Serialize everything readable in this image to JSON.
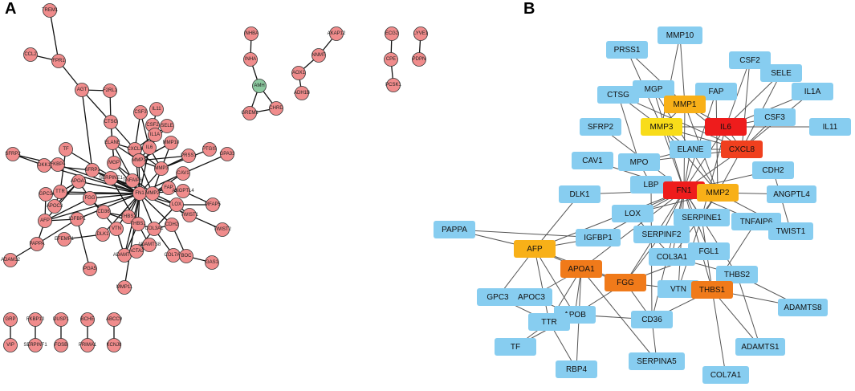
{
  "panels": {
    "a_label": "A",
    "b_label": "B"
  },
  "colors": {
    "nodeA": "#f08c8c",
    "nodeA_green": "#8cc9a0",
    "nodeB_default": "#87cdf0",
    "hub_red": "#ee1c1c",
    "hub_redorange": "#f0401e",
    "hub_orange": "#f07a1a",
    "hub_amber": "#f8b018",
    "hub_yellow": "#f8dc1a"
  },
  "panelA": {
    "nodes": [
      {
        "id": "TREM1",
        "label": "TREM1"
      },
      {
        "id": "CCL2",
        "label": "CCL2"
      },
      {
        "id": "FPR1",
        "label": "FPR1"
      },
      {
        "id": "AGT",
        "label": "AGT"
      },
      {
        "id": "F2RL1",
        "label": "F2RL1"
      },
      {
        "id": "CTSG",
        "label": "CTSG"
      },
      {
        "id": "CSF3",
        "label": "CSF3"
      },
      {
        "id": "IL11",
        "label": "IL11"
      },
      {
        "id": "CSF2",
        "label": "CSF2"
      },
      {
        "id": "IL1A",
        "label": "IL1A"
      },
      {
        "id": "SELE",
        "label": "SELE"
      },
      {
        "id": "ELANE",
        "label": "ELANE"
      },
      {
        "id": "CXCL8",
        "label": "CXCL8"
      },
      {
        "id": "IL6",
        "label": "IL6"
      },
      {
        "id": "MMP10",
        "label": "MMP10"
      },
      {
        "id": "PRSS1",
        "label": "PRSS1"
      },
      {
        "id": "PTGIS",
        "label": "PTGIS"
      },
      {
        "id": "GPA33",
        "label": "GPA33"
      },
      {
        "id": "MGP",
        "label": "MGP"
      },
      {
        "id": "MMP1",
        "label": "MMP1"
      },
      {
        "id": "MMP3",
        "label": "MMP3"
      },
      {
        "id": "CAV1",
        "label": "CAV1"
      },
      {
        "id": "SFRP2",
        "label": "SFRP2"
      },
      {
        "id": "TF",
        "label": "TF"
      },
      {
        "id": "DKK1",
        "label": "DKK1"
      },
      {
        "id": "FKBP4",
        "label": "FKBP4"
      },
      {
        "id": "SFRP1",
        "label": "SFRP1"
      },
      {
        "id": "SERPINE1",
        "label": "SERPINE1"
      },
      {
        "id": "FN1",
        "label": "FN1"
      },
      {
        "id": "MMP2",
        "label": "MMP2"
      },
      {
        "id": "FAP",
        "label": "FAP"
      },
      {
        "id": "ANGPTL4",
        "label": "ANGPTL4"
      },
      {
        "id": "TNFAIP6",
        "label": "TNFAIP6"
      },
      {
        "id": "GPC3",
        "label": "GPC3"
      },
      {
        "id": "TTR",
        "label": "TTR"
      },
      {
        "id": "APOA1",
        "label": "APOA1"
      },
      {
        "id": "APOC3",
        "label": "APOC3"
      },
      {
        "id": "FGG",
        "label": "FGG"
      },
      {
        "id": "LOX",
        "label": "LOX"
      },
      {
        "id": "TWIST1",
        "label": "TWIST1"
      },
      {
        "id": "MFAP5",
        "label": "MFAP5"
      },
      {
        "id": "AFP",
        "label": "AFP"
      },
      {
        "id": "IGFBP1",
        "label": "IGFBP1"
      },
      {
        "id": "CD36",
        "label": "CD36"
      },
      {
        "id": "DLK1",
        "label": "DLK1"
      },
      {
        "id": "THBS2",
        "label": "THBS2"
      },
      {
        "id": "THBS1",
        "label": "THBS1"
      },
      {
        "id": "CDH2",
        "label": "CDH2"
      },
      {
        "id": "COL3A1",
        "label": "COL3A1"
      },
      {
        "id": "TWIST2",
        "label": "TWIST2"
      },
      {
        "id": "PAPPA",
        "label": "PAPPA"
      },
      {
        "id": "EFEMP1",
        "label": "EFEMP1"
      },
      {
        "id": "VTN",
        "label": "VTN"
      },
      {
        "id": "ADAMTS8",
        "label": "ADAMTS8"
      },
      {
        "id": "ADAMTS1",
        "label": "ADAMTS1"
      },
      {
        "id": "ACTA2",
        "label": "ACTA2"
      },
      {
        "id": "COL7A1",
        "label": "COL7A1"
      },
      {
        "id": "BOC",
        "label": "BOC"
      },
      {
        "id": "ADAM12",
        "label": "ADAM12"
      },
      {
        "id": "PGA5",
        "label": "PGA5"
      },
      {
        "id": "GAS1",
        "label": "GAS1"
      },
      {
        "id": "MMP11",
        "label": "MMP11"
      },
      {
        "id": "INHBA",
        "label": "INHBA"
      },
      {
        "id": "INHA",
        "label": "INHA"
      },
      {
        "id": "AMH",
        "label": "AMH"
      },
      {
        "id": "GREM1",
        "label": "GREM1"
      },
      {
        "id": "CHRD",
        "label": "CHRD"
      },
      {
        "id": "AKAP12",
        "label": "AKAP12"
      },
      {
        "id": "NNMT",
        "label": "NNMT"
      },
      {
        "id": "AOX1",
        "label": "AOX1"
      },
      {
        "id": "ADH1B",
        "label": "ADH1B"
      },
      {
        "id": "ECG2",
        "label": "ECG2"
      },
      {
        "id": "CPE",
        "label": "CPE"
      },
      {
        "id": "PCSK1",
        "label": "PCSK1"
      },
      {
        "id": "LYVE1",
        "label": "LYVE1"
      },
      {
        "id": "PDPN",
        "label": "PDPN"
      },
      {
        "id": "GRP",
        "label": "GRP"
      },
      {
        "id": "VIP",
        "label": "VIP"
      },
      {
        "id": "FKBP10",
        "label": "FKBP10"
      },
      {
        "id": "SERPINF1",
        "label": "SERPINF1"
      },
      {
        "id": "DUSP1",
        "label": "DUSP1"
      },
      {
        "id": "FOSB",
        "label": "FOSB"
      },
      {
        "id": "BCHE",
        "label": "BCHE"
      },
      {
        "id": "PRIMA1",
        "label": "PRIMA1"
      },
      {
        "id": "ABCC9",
        "label": "ABCC9"
      },
      {
        "id": "KCNJ8",
        "label": "KCNJ8"
      }
    ]
  },
  "panelB": {
    "nodes": [
      {
        "id": "MMP10",
        "label": "MMP10"
      },
      {
        "id": "PRSS1",
        "label": "PRSS1"
      },
      {
        "id": "CSF2",
        "label": "CSF2"
      },
      {
        "id": "SELE",
        "label": "SELE"
      },
      {
        "id": "MGP",
        "label": "MGP"
      },
      {
        "id": "CTSG",
        "label": "CTSG"
      },
      {
        "id": "FAP",
        "label": "FAP"
      },
      {
        "id": "IL1A",
        "label": "IL1A"
      },
      {
        "id": "MMP1",
        "label": "MMP1"
      },
      {
        "id": "SFRP2",
        "label": "SFRP2"
      },
      {
        "id": "MMP3",
        "label": "MMP3"
      },
      {
        "id": "IL6",
        "label": "IL6"
      },
      {
        "id": "CSF3",
        "label": "CSF3"
      },
      {
        "id": "IL11",
        "label": "IL11"
      },
      {
        "id": "CAV1",
        "label": "CAV1"
      },
      {
        "id": "MPO",
        "label": "MPO"
      },
      {
        "id": "ELANE",
        "label": "ELANE"
      },
      {
        "id": "CXCL8",
        "label": "CXCL8"
      },
      {
        "id": "CDH2",
        "label": "CDH2"
      },
      {
        "id": "DLK1",
        "label": "DLK1"
      },
      {
        "id": "LBP",
        "label": "LBP"
      },
      {
        "id": "FN1",
        "label": "FN1"
      },
      {
        "id": "MMP2",
        "label": "MMP2"
      },
      {
        "id": "ANGPTL4",
        "label": "ANGPTL4"
      },
      {
        "id": "PAPPA",
        "label": "PAPPA"
      },
      {
        "id": "LOX",
        "label": "LOX"
      },
      {
        "id": "SERPINE1",
        "label": "SERPINE1"
      },
      {
        "id": "TNFAIP6",
        "label": "TNFAIP6"
      },
      {
        "id": "TWIST1",
        "label": "TWIST1"
      },
      {
        "id": "IGFBP1",
        "label": "IGFBP1"
      },
      {
        "id": "SERPINF2",
        "label": "SERPINF2"
      },
      {
        "id": "AFP",
        "label": "AFP"
      },
      {
        "id": "FGL1",
        "label": "FGL1"
      },
      {
        "id": "COL3A1",
        "label": "COL3A1"
      },
      {
        "id": "APOA1",
        "label": "APOA1"
      },
      {
        "id": "THBS2",
        "label": "THBS2"
      },
      {
        "id": "FGG",
        "label": "FGG"
      },
      {
        "id": "VTN",
        "label": "VTN"
      },
      {
        "id": "THBS1",
        "label": "THBS1"
      },
      {
        "id": "GPC3",
        "label": "GPC3"
      },
      {
        "id": "APOC3",
        "label": "APOC3"
      },
      {
        "id": "ADAMTS8",
        "label": "ADAMTS8"
      },
      {
        "id": "APOB",
        "label": "APOB"
      },
      {
        "id": "TTR",
        "label": "TTR"
      },
      {
        "id": "CD36",
        "label": "CD36"
      },
      {
        "id": "TF",
        "label": "TF"
      },
      {
        "id": "ADAMTS1",
        "label": "ADAMTS1"
      },
      {
        "id": "RBP4",
        "label": "RBP4"
      },
      {
        "id": "SERPINA5",
        "label": "SERPINA5"
      },
      {
        "id": "COL7A1",
        "label": "COL7A1"
      }
    ]
  }
}
